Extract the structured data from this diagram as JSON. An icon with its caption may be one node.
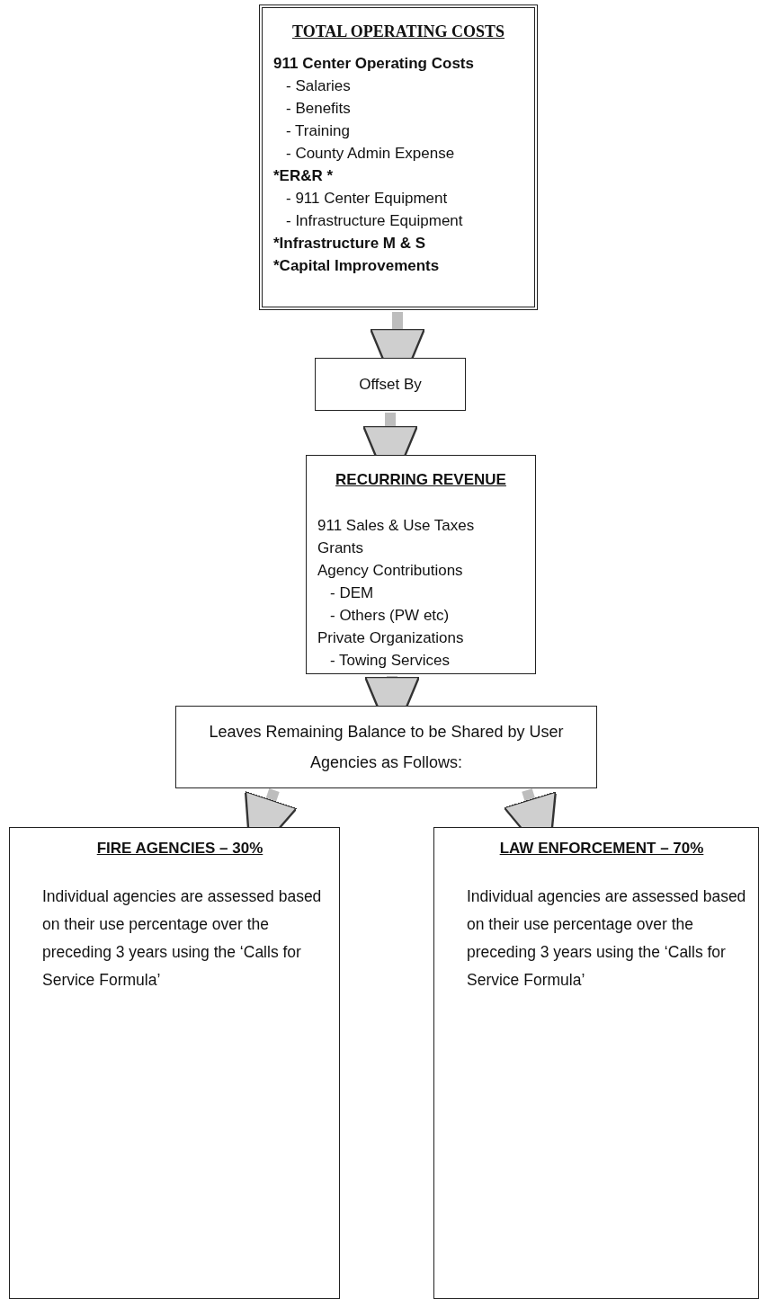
{
  "diagram": {
    "nodes": [
      {
        "text": [
          "TOTAL OPERATING COSTS",
          "911 Center Operating Costs",
          "- Salaries",
          "- Benefits",
          "- Training",
          "- County Admin Expense",
          "*ER&R *",
          "- 911 Center Equipment",
          "- Infrastructure Equipment",
          "*Infrastructure M & S",
          "*Capital Improvements"
        ]
      },
      {
        "text": [
          "Offset By"
        ]
      },
      {
        "text": [
          "RECURRING REVENUE",
          "911 Sales & Use Taxes",
          "Grants",
          "Agency Contributions",
          "- DEM",
          "- Others (PW etc)",
          "Private Organizations",
          "- Towing Services"
        ]
      },
      {
        "text": [
          "Leaves Remaining Balance to be Shared by User Agencies as Follows:"
        ]
      },
      {
        "text": [
          "FIRE AGENCIES – 30%",
          "Individual agencies are assessed based on their use percentage over the preceding 3 years using the ‘Calls for Service Formula’"
        ]
      },
      {
        "text": [
          "LAW ENFORCEMENT – 70%",
          "Individual agencies are assessed based on their use percentage over the preceding 3 years using the ‘Calls for Service Formula’"
        ]
      }
    ],
    "edges": [
      {
        "from": 0,
        "to": 1,
        "arrow": "to"
      },
      {
        "from": 1,
        "to": 2,
        "arrow": "to"
      },
      {
        "from": 2,
        "to": 3,
        "arrow": "to"
      },
      {
        "from": 3,
        "to": 4,
        "arrow": "to"
      },
      {
        "from": 3,
        "to": 5,
        "arrow": "to"
      }
    ]
  }
}
